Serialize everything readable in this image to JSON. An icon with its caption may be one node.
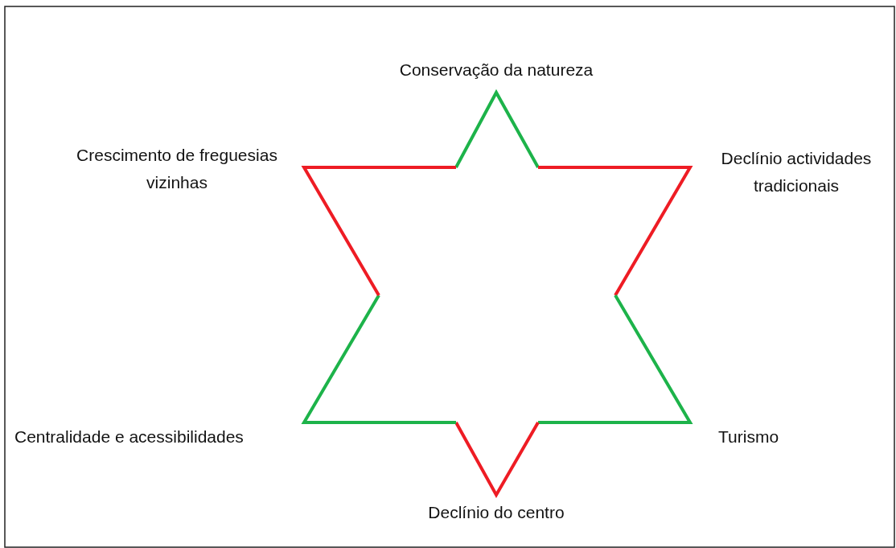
{
  "diagram": {
    "labels": [
      "Conservação da natureza",
      "Crescimento de freguesias vizinhas",
      "Declínio actividades tradicionais",
      "Centralidade e acessibilidades",
      "Turismo",
      "Declínio do centro"
    ]
  }
}
